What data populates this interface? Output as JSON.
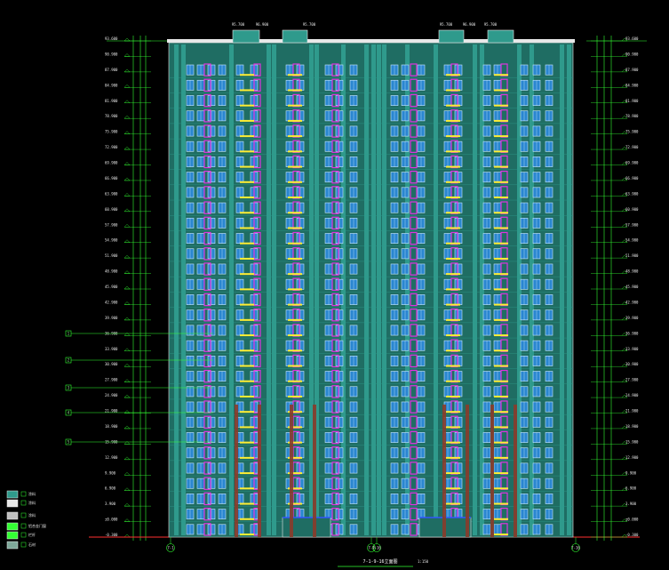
{
  "drawing": {
    "title": "7-1-9-16立面图",
    "scale": "1:150",
    "storeys": 31
  },
  "palette": {
    "background": "#000000",
    "wall": "#2f9a8c",
    "wall_dark": "#1f6d63",
    "frame": "#e8e8e8",
    "window_frame": "#c8e8ff",
    "window_fill": "#2a86d0",
    "magenta": "#e033e0",
    "yellow": "#ffee33",
    "red": "#ff3030",
    "blue": "#3355ff",
    "green": "#33ff33"
  },
  "elevation_marks": {
    "left": [
      "93.600",
      "90.900",
      "87.900",
      "84.900",
      "81.900",
      "78.900",
      "75.900",
      "72.900",
      "69.900",
      "66.900",
      "63.900",
      "60.900",
      "57.900",
      "54.900",
      "51.900",
      "48.900",
      "45.900",
      "42.900",
      "39.900",
      "36.900",
      "33.900",
      "30.900",
      "27.900",
      "24.900",
      "21.900",
      "18.900",
      "15.900",
      "12.900",
      "9.900",
      "6.900",
      "3.900",
      "±0.000",
      "-0.300"
    ],
    "right": [
      "93.600",
      "90.900",
      "87.900",
      "84.900",
      "81.900",
      "78.900",
      "75.900",
      "72.900",
      "69.900",
      "66.900",
      "63.900",
      "60.900",
      "57.900",
      "54.900",
      "51.900",
      "48.900",
      "45.900",
      "42.900",
      "39.900",
      "36.900",
      "33.900",
      "30.900",
      "27.900",
      "24.900",
      "21.900",
      "18.900",
      "15.900",
      "12.900",
      "9.900",
      "6.900",
      "3.900",
      "±0.000",
      "-0.300"
    ]
  },
  "roof_marks": [
    "95.700",
    "96.900",
    "95.700",
    "95.700",
    "96.900",
    "95.700"
  ],
  "axis_labels": [
    "7-1",
    "7-9",
    "7-16",
    "7-16"
  ],
  "callouts": [
    "1",
    "2",
    "3",
    "4",
    "5"
  ],
  "legend": [
    {
      "label": "涂料",
      "color": "#2f9a8c"
    },
    {
      "label": "涂料",
      "color": "#e8e8e8"
    },
    {
      "label": "涂料",
      "color": "#bfbfbf"
    },
    {
      "label": "铝合金门窗",
      "color": "#33ff33"
    },
    {
      "label": "栏杆",
      "color": "#33ff33"
    },
    {
      "label": "石材",
      "color": "#7fa89a"
    }
  ]
}
